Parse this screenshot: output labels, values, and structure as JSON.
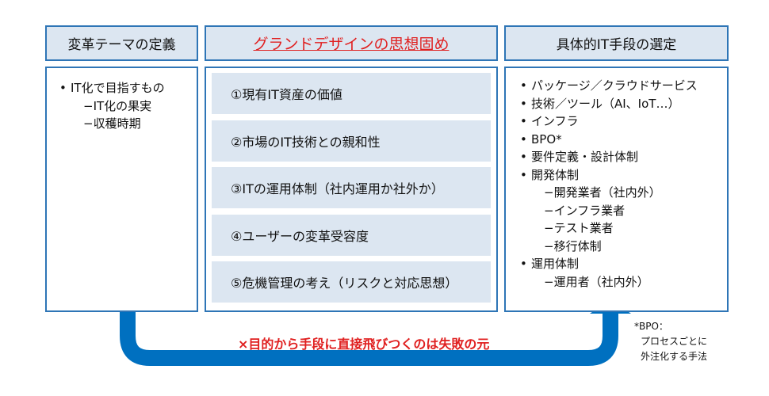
{
  "headers": {
    "left": "変革テーマの定義",
    "center": "グランドデザインの思想固め",
    "right": "具体的IT手段の選定"
  },
  "left_list": [
    {
      "text": "IT化で目指すもの",
      "level": 0
    },
    {
      "text": "−IT化の果実",
      "level": 1
    },
    {
      "text": "−収穫時期",
      "level": 1
    }
  ],
  "center_items": [
    "①現有IT資産の価値",
    "②市場のIT技術との親和性",
    "③ITの運用体制（社内運用か社外か）",
    "④ユーザーの変革受容度",
    "⑤危機管理の考え（リスクと対応思想）"
  ],
  "right_list": [
    {
      "text": "パッケージ／クラウドサービス",
      "level": 0
    },
    {
      "text": "技術／ツール（AI、IoT…）",
      "level": 0
    },
    {
      "text": "インフラ",
      "level": 0
    },
    {
      "text": "BPO*",
      "level": 0
    },
    {
      "text": "要件定義・設計体制",
      "level": 0
    },
    {
      "text": "開発体制",
      "level": 0
    },
    {
      "text": "−開発業者（社内外）",
      "level": 1
    },
    {
      "text": "−インフラ業者",
      "level": 1
    },
    {
      "text": "−テスト業者",
      "level": 1
    },
    {
      "text": "−移行体制",
      "level": 1
    },
    {
      "text": "運用体制",
      "level": 0
    },
    {
      "text": "−運用者（社内外）",
      "level": 1
    }
  ],
  "arrow_label": "×目的から手段に直接飛びつくのは失敗の元",
  "footnote": {
    "line1": "*BPO：",
    "line2": "プロセスごとに",
    "line3": "外注化する手法"
  },
  "colors": {
    "header_bg": "#dce6f1",
    "border": "#2e75b6",
    "arrow": "#0070c0",
    "warning": "#e02020"
  }
}
